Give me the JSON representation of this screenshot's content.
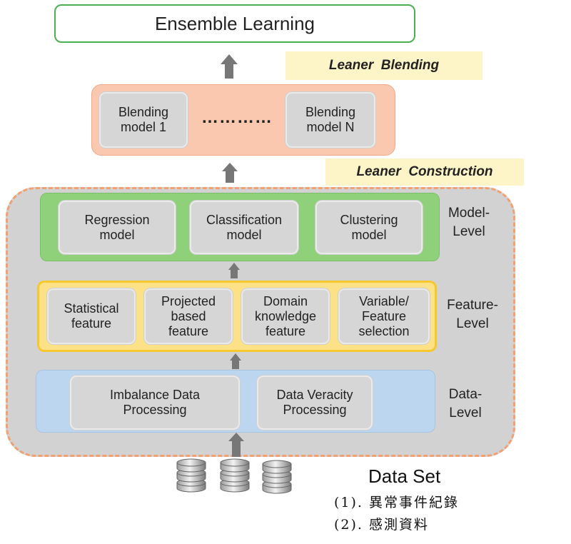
{
  "title": "Ensemble Learning",
  "banners": {
    "blending": "Leaner  Blending",
    "construction": "Leaner  Construction"
  },
  "blending": {
    "first": "Blending\nmodel 1",
    "ellipsis": "…………",
    "last": "Blending\nmodel N"
  },
  "model_level": {
    "label": "Model-\nLevel",
    "items": [
      "Regression\nmodel",
      "Classification\nmodel",
      "Clustering\nmodel"
    ]
  },
  "feature_level": {
    "label": "Feature-\nLevel",
    "items": [
      "Statistical\nfeature",
      "Projected\nbased\nfeature",
      "Domain\nknowledge\nfeature",
      "Variable/\nFeature\nselection"
    ]
  },
  "data_level": {
    "label": "Data-\nLevel",
    "items": [
      "Imbalance Data\nProcessing",
      "Data Veracity\nProcessing"
    ]
  },
  "dataset": {
    "title": "Data Set",
    "items": [
      "(1). 異常事件紀錄",
      "(2). 感測資料"
    ]
  },
  "icons": [
    "arrow-up-icon",
    "database-icon"
  ],
  "colors": {
    "title_border": "#4caf50",
    "banner": "#fdf4c8",
    "blending_panel": "#f9c8ae",
    "outer_panel": "#d2d2d2",
    "outer_border": "#f2a070",
    "model_panel": "#8fd17a",
    "feature_panel": "#fde187",
    "data_panel": "#bcd6f0",
    "box": "#d6d6d6",
    "arrow": "#777777"
  }
}
